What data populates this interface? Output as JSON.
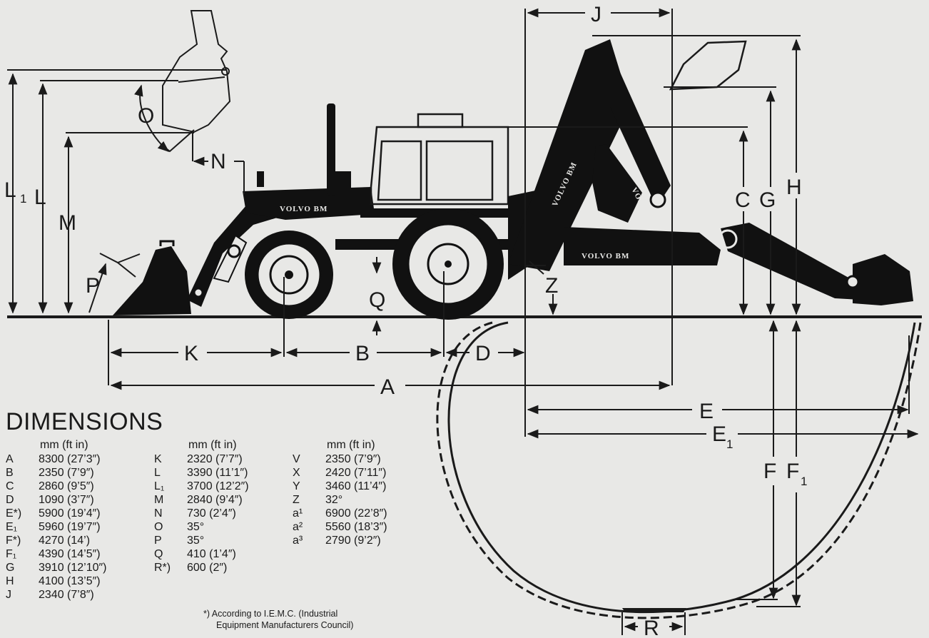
{
  "diagram_labels": {
    "L1": "L",
    "L1_sub": "1",
    "L": "L",
    "M": "M",
    "O": "O",
    "N": "N",
    "P": "P",
    "K": "K",
    "B": "B",
    "A": "A",
    "Q": "Q",
    "D": "D",
    "J": "J",
    "C": "C",
    "G": "G",
    "H": "H",
    "Z": "Z",
    "E": "E",
    "E1": "E",
    "E1_sub": "1",
    "F": "F",
    "F1": "F",
    "F1_sub": "1",
    "R": "R"
  },
  "brand_texts": [
    "VOLVO BM",
    "VOLVO BM",
    "VOLVO BM",
    "VOLVO BM"
  ],
  "dimensions": {
    "title": "DIMENSIONS",
    "unit_header": "mm (ft in)",
    "columns": [
      [
        {
          "code": "A",
          "value": "8300 (27’3″)"
        },
        {
          "code": "B",
          "value": "2350 (7’9″)"
        },
        {
          "code": "C",
          "value": "2860 (9’5″)"
        },
        {
          "code": "D",
          "value": "1090 (3’7″)"
        },
        {
          "code": "E*)",
          "value": "5900 (19’4″)"
        },
        {
          "code": "E₁",
          "value": "5960 (19’7″)"
        },
        {
          "code": "F*)",
          "value": "4270 (14’)"
        },
        {
          "code": "F₁",
          "value": "4390 (14’5″)"
        },
        {
          "code": "G",
          "value": "3910 (12’10″)"
        },
        {
          "code": "H",
          "value": "4100 (13’5″)"
        },
        {
          "code": "J",
          "value": "2340 (7’8″)"
        }
      ],
      [
        {
          "code": "K",
          "value": "2320 (7’7″)"
        },
        {
          "code": "L",
          "value": "3390 (11’1″)"
        },
        {
          "code": "L₁",
          "value": "3700 (12’2″)"
        },
        {
          "code": "M",
          "value": "2840 (9’4″)"
        },
        {
          "code": "N",
          "value": "730 (2’4″)"
        },
        {
          "code": "O",
          "value": "35°"
        },
        {
          "code": "P",
          "value": "35°"
        },
        {
          "code": "Q",
          "value": "410 (1’4″)"
        },
        {
          "code": "R*)",
          "value": "600 (2″)"
        }
      ],
      [
        {
          "code": "V",
          "value": "2350 (7’9″)"
        },
        {
          "code": "X",
          "value": "2420 (7’11″)"
        },
        {
          "code": "Y",
          "value": "3460 (11’4″)"
        },
        {
          "code": "Z",
          "value": "32°"
        },
        {
          "code": "a¹",
          "value": "6900 (22’8″)"
        },
        {
          "code": "a²",
          "value": "5560 (18’3″)"
        },
        {
          "code": "a³",
          "value": "2790 (9’2″)"
        }
      ]
    ],
    "footnote_line1": "*) According to I.E.M.C. (Industrial",
    "footnote_line2": "Equipment Manufacturers Council)"
  }
}
